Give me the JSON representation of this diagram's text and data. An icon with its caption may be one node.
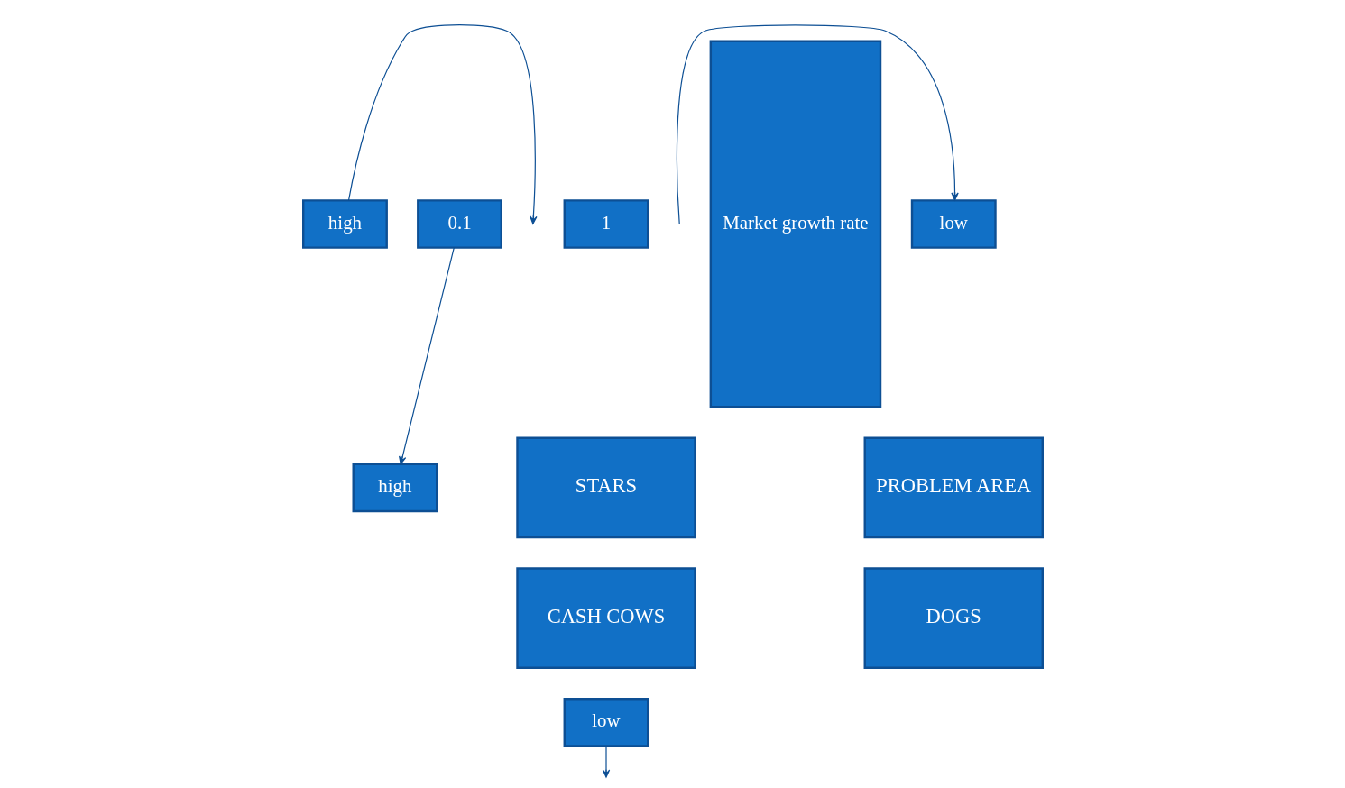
{
  "diagram": {
    "nodes": [
      {
        "text": [
          "high"
        ]
      },
      {
        "text": [
          "1"
        ]
      },
      {
        "text": [
          "low"
        ]
      },
      {
        "text": [
          "Market growth rate"
        ]
      },
      {
        "text": [
          "high"
        ]
      },
      {
        "text": [
          "STARS"
        ]
      },
      {
        "text": [
          "PROBLEM AREA"
        ]
      },
      {
        "text": [
          "0.1"
        ]
      },
      {
        "text": [
          "CASH COWS"
        ]
      },
      {
        "text": [
          "DOGS"
        ]
      },
      {
        "text": [
          "low"
        ]
      }
    ],
    "edges": [
      {
        "from": 0,
        "to": null,
        "arrow": "to"
      },
      {
        "from": null,
        "to": 2,
        "arrow": "to"
      },
      {
        "from": 7,
        "to": 4,
        "arrow": "to"
      },
      {
        "from": 10,
        "to": null,
        "arrow": "to"
      }
    ]
  }
}
